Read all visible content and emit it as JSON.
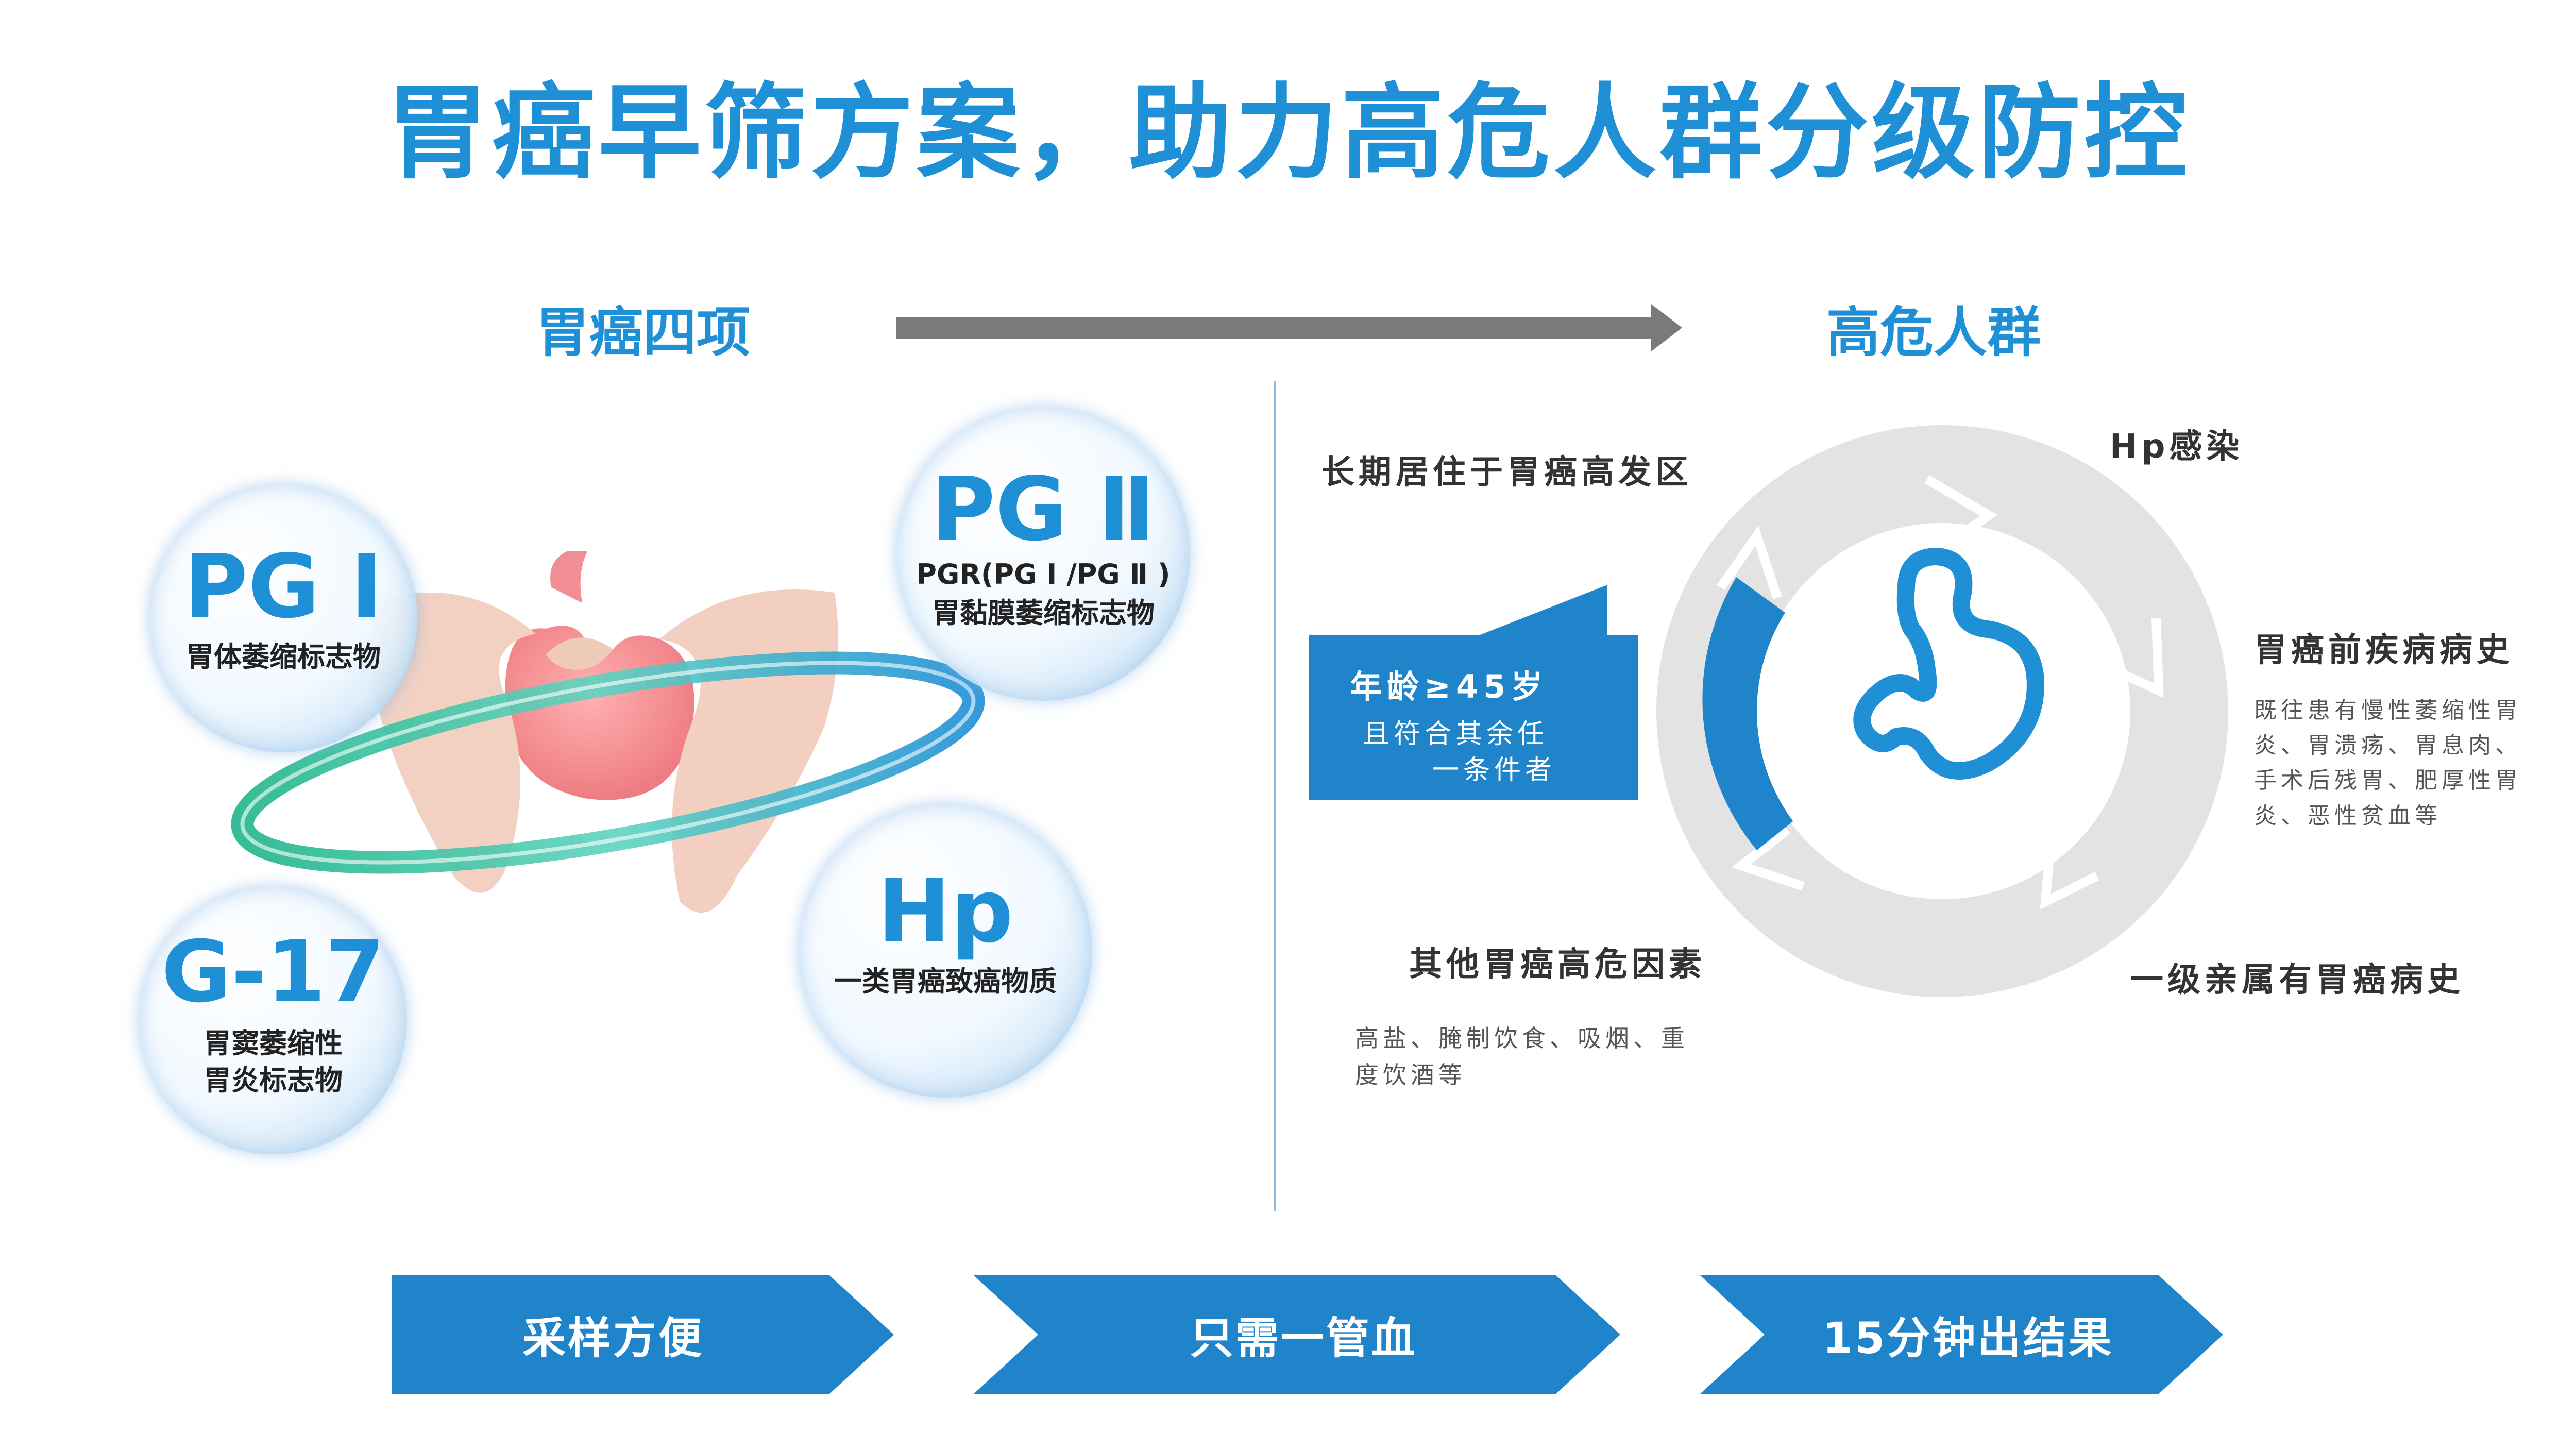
{
  "title": "胃癌早筛方案，助力高危人群分级防控",
  "left_section": {
    "heading": "胃癌四项",
    "markers": [
      {
        "name": "PG Ⅰ",
        "desc": [
          "胃体萎缩标志物"
        ]
      },
      {
        "name": "PG Ⅱ",
        "desc": [
          "PGR(PG Ⅰ /PG Ⅱ )",
          "胃黏膜萎缩标志物"
        ]
      },
      {
        "name": "G-17",
        "desc": [
          "胃窦萎缩性",
          "胃炎标志物"
        ]
      },
      {
        "name": "Hp",
        "desc": [
          "一类胃癌致癌物质"
        ]
      }
    ]
  },
  "right_section": {
    "heading": "高危人群",
    "center_icon": "stomach-icon",
    "callout": {
      "line1": "年龄≥45岁",
      "line2": "且符合其余任",
      "line3": "一条件者"
    },
    "factors": [
      {
        "label": "长期居住于胃癌高发区",
        "desc": ""
      },
      {
        "label": "Hp感染",
        "desc": ""
      },
      {
        "label": "胃癌前疾病病史",
        "desc": [
          "既往患有慢性萎缩性胃",
          "炎、胃溃疡、胃息肉、",
          "手术后残胃、肥厚性胃",
          "炎、恶性贫血等"
        ]
      },
      {
        "label": "一级亲属有胃癌病史",
        "desc": ""
      },
      {
        "label": "其他胃癌高危因素",
        "desc": [
          "高盐、腌制饮食、吸烟、重",
          "度饮酒等"
        ]
      }
    ]
  },
  "bottom_steps": [
    "采样方便",
    "只需一管血",
    "15分钟出结果"
  ],
  "colors": {
    "accent": "#1f8fd6",
    "dark_blue": "#1f84c9",
    "gray_arrow": "#7a7a7a",
    "ring_gray": "#e3e3e3"
  }
}
